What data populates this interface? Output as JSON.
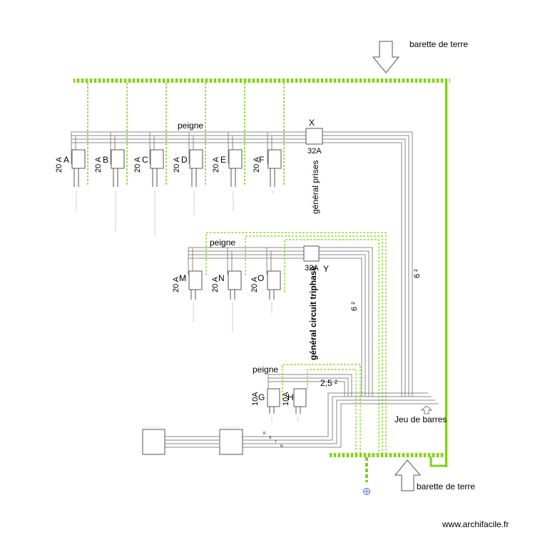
{
  "earth_bar_top": "barette de terre",
  "earth_bar_bottom": "barette de terre",
  "busbar_label": "Jeu de barres",
  "comb": [
    "peigne",
    "peigne",
    "peigne"
  ],
  "main_breakers": {
    "x": {
      "id": "X",
      "rating": "32A",
      "name": "général prises"
    },
    "y": {
      "id": "Y",
      "rating": "32A",
      "name": "général circuit triphasé"
    }
  },
  "sections": {
    "six": "6 ²",
    "six_b": "6 ²",
    "twofive": "2,5 ²"
  },
  "breakers_row1": [
    {
      "rating": "20 A",
      "id": "A"
    },
    {
      "rating": "20 A",
      "id": "B"
    },
    {
      "rating": "20 A",
      "id": "C"
    },
    {
      "rating": "20 A",
      "id": "D"
    },
    {
      "rating": "20 A",
      "id": "E"
    },
    {
      "rating": "20 A",
      "id": "F"
    }
  ],
  "breakers_row2": [
    {
      "rating": "20 A",
      "id": "M"
    },
    {
      "rating": "20 A",
      "id": "N"
    },
    {
      "rating": "20 A",
      "id": "O"
    }
  ],
  "breakers_row3": [
    {
      "rating": "10A",
      "id": "G"
    },
    {
      "rating": "10A",
      "id": "H"
    }
  ],
  "phases": [
    "R",
    "S",
    "T",
    "N"
  ],
  "watermark": "www.archifacile.fr",
  "colors": {
    "earth": "#7fd11b",
    "wire": "#888888",
    "arrow": "#555555"
  }
}
